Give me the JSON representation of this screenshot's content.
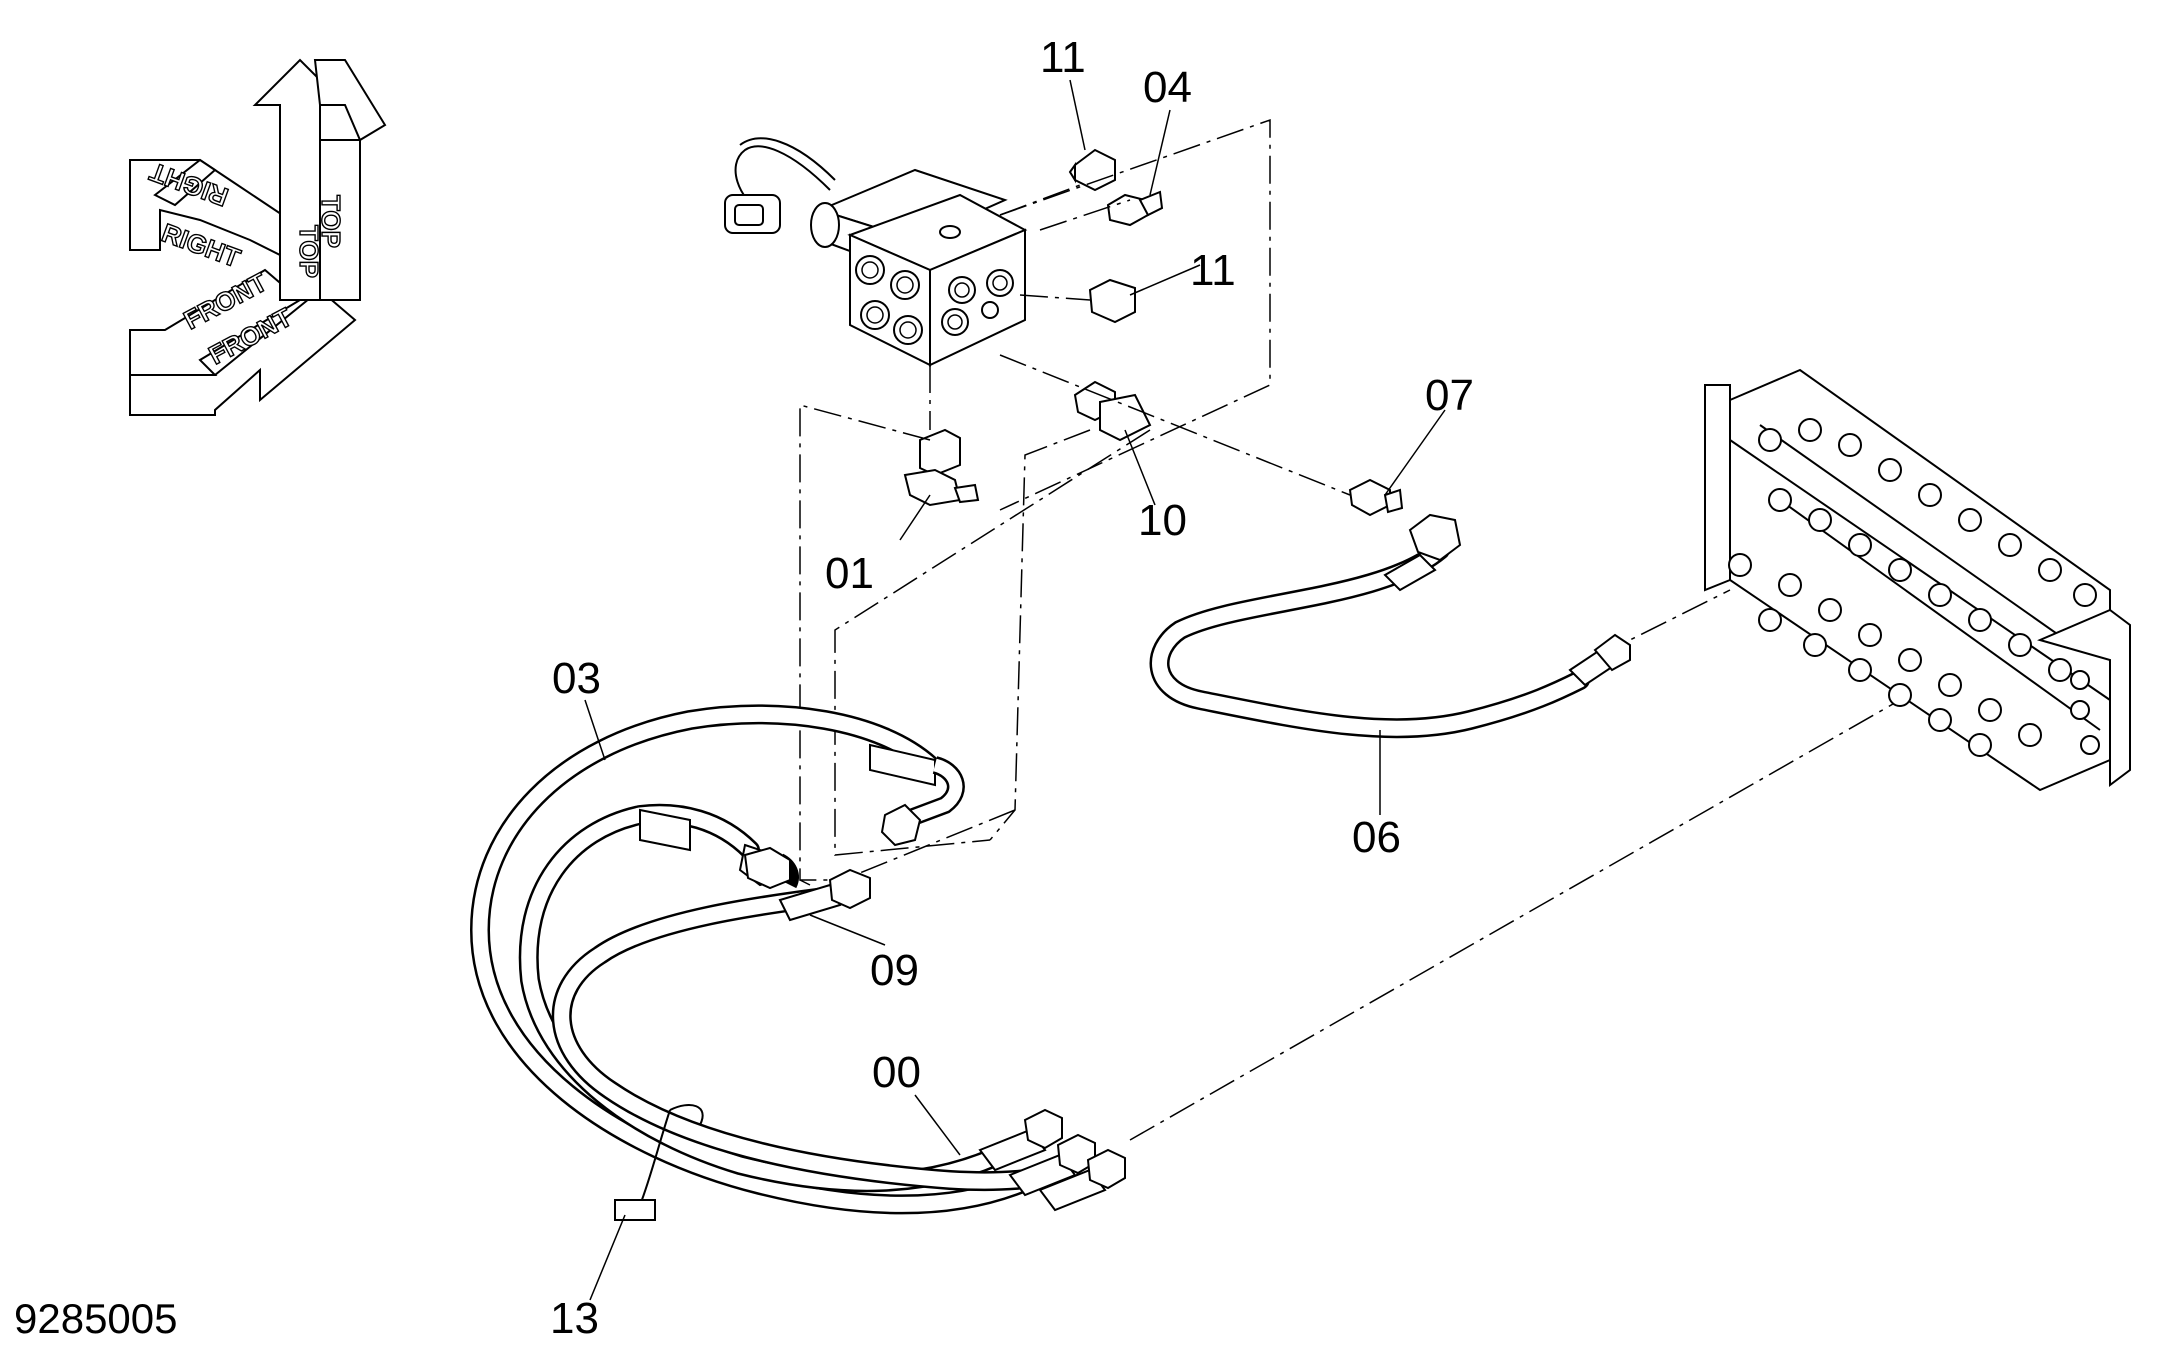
{
  "diagram": {
    "drawing_number": "9285005",
    "orientation_labels": {
      "top": "TOP",
      "right": "RIGHT",
      "front": "FRONT"
    },
    "callouts": [
      {
        "id": "00",
        "label": "00"
      },
      {
        "id": "01",
        "label": "01"
      },
      {
        "id": "03",
        "label": "03"
      },
      {
        "id": "04",
        "label": "04"
      },
      {
        "id": "06",
        "label": "06"
      },
      {
        "id": "07",
        "label": "07"
      },
      {
        "id": "09",
        "label": "09"
      },
      {
        "id": "10",
        "label": "10"
      },
      {
        "id": "11a",
        "label": "11"
      },
      {
        "id": "11b",
        "label": "11"
      },
      {
        "id": "13",
        "label": "13"
      }
    ]
  }
}
